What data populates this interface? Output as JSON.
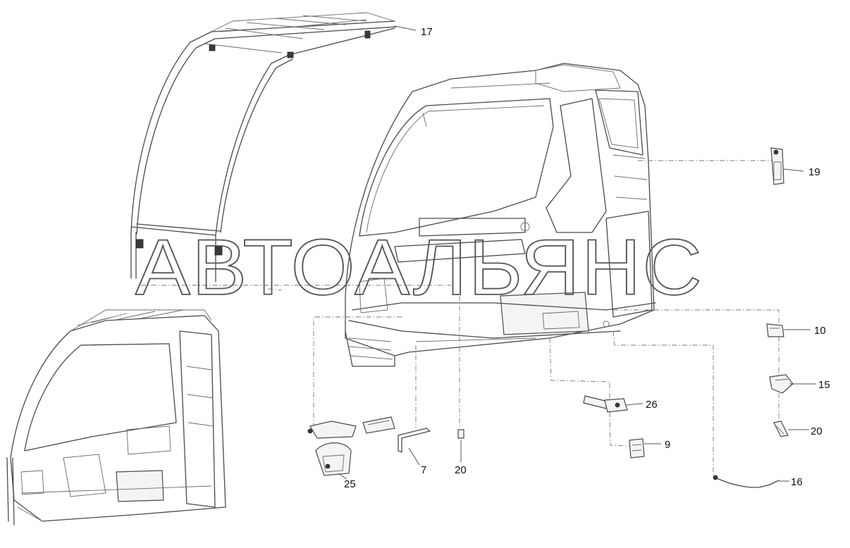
{
  "watermark": "АВТОАЛЬЯНС",
  "callouts": [
    {
      "id": "17",
      "label": "17"
    },
    {
      "id": "19",
      "label": "19"
    },
    {
      "id": "10",
      "label": "10"
    },
    {
      "id": "15",
      "label": "15"
    },
    {
      "id": "20a",
      "label": "20"
    },
    {
      "id": "26",
      "label": "26"
    },
    {
      "id": "9",
      "label": "9"
    },
    {
      "id": "16",
      "label": "16"
    },
    {
      "id": "25",
      "label": "25"
    },
    {
      "id": "7",
      "label": "7"
    },
    {
      "id": "20b",
      "label": "20"
    }
  ]
}
